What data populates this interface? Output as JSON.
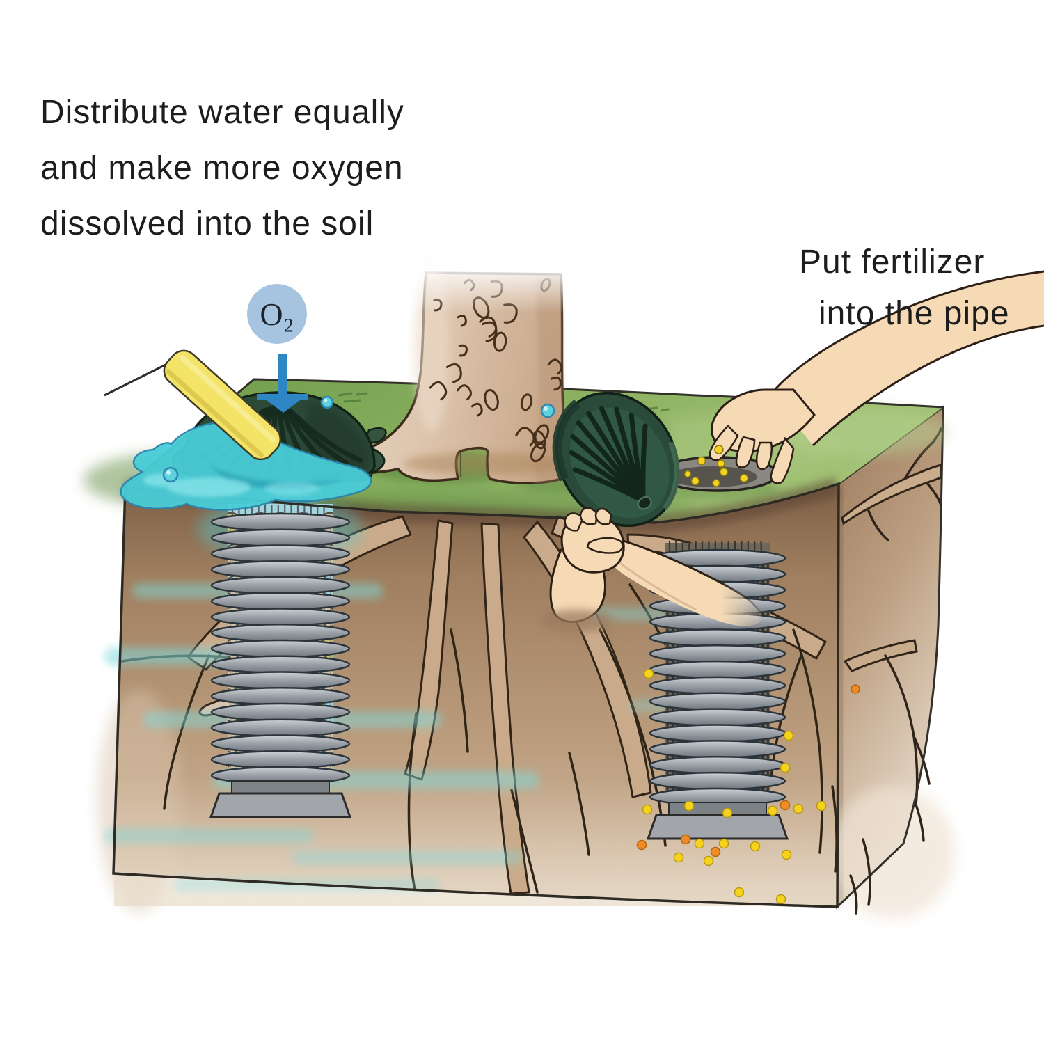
{
  "labels": {
    "left_caption": [
      "Distribute water equally",
      "and make more oxygen",
      "dissolved into the soil"
    ],
    "right_caption": [
      "Put fertilizer",
      "into the pipe"
    ],
    "o2": "O₂"
  },
  "colors": {
    "text": "#1d1d1d",
    "grass": "#86ae5c",
    "grass_dark": "#5e8a40",
    "soil_front": "#a883644",
    "soil_front_top": "#7a5c43",
    "soil_front_mid": "#b79878",
    "soil_front_low": "#d6c3ac",
    "soil_side": "#bb9d7f",
    "water": "#49cdd8",
    "cap_green": "#2c4a38",
    "cap_green_light": "#3f6750",
    "pipe_gray": "#9aa0a6",
    "gravel_tan": "#d7bd95",
    "hose": "#f3e468",
    "o2_badge": "#a6c4e0",
    "arrow_blue": "#2e86c5",
    "pellet_yellow": "#f5d21e",
    "pellet_orange": "#f08b26",
    "skin": "#f6dab6",
    "outline": "#2e2a24"
  }
}
